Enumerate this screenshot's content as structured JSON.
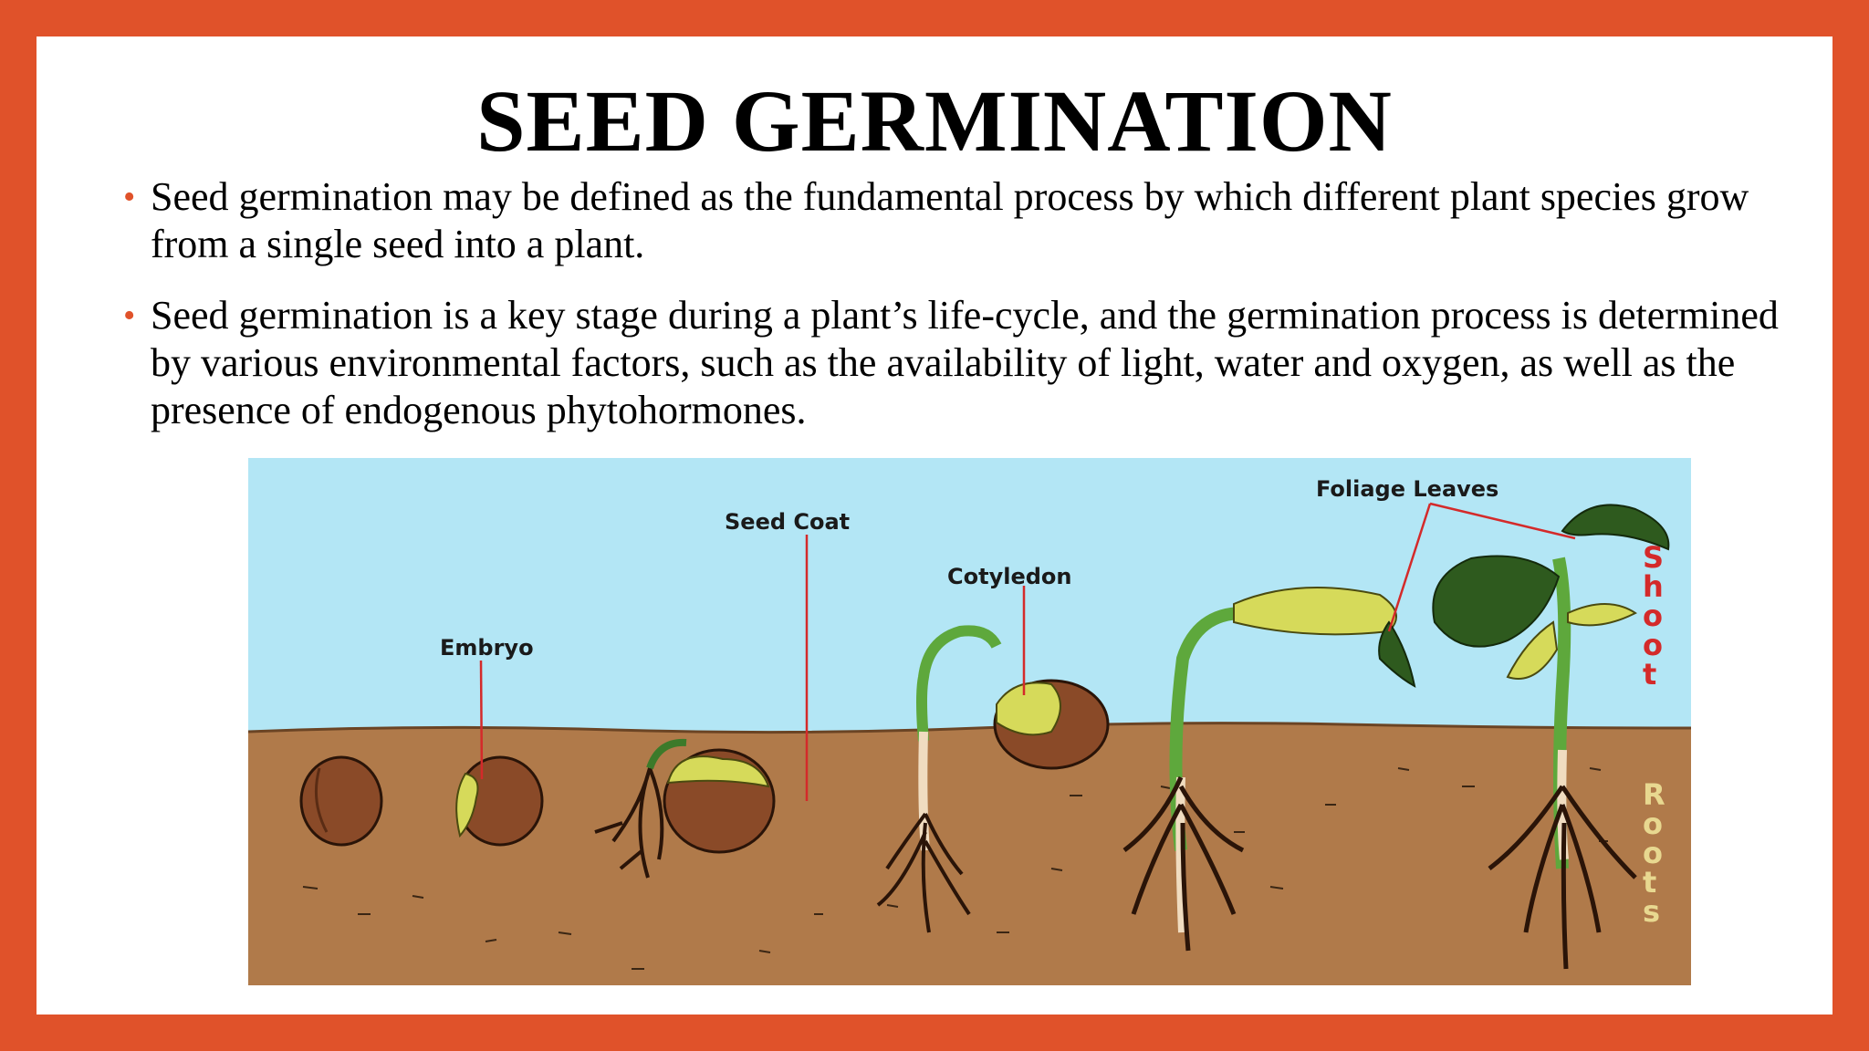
{
  "slide": {
    "title": "SEED GERMINATION",
    "bullets": [
      "Seed germination may be defined as the fundamental process by which different plant species grow from a single seed into a plant.",
      " Seed germination is a key stage during a plant’s life-cycle, and the germination process is determined by various environmental factors, such as the availability of light, water and oxygen, as well as the presence of endogenous phytohormones."
    ],
    "colors": {
      "border": "#e0522a",
      "bullet": "#e0522a",
      "background": "#ffffff"
    }
  },
  "diagram": {
    "labels": {
      "embryo": "Embryo",
      "seed_coat": "Seed Coat",
      "cotyledon": "Cotyledon",
      "foliage_leaves": "Foliage Leaves"
    },
    "side_labels": {
      "shoot": "Shoot",
      "roots": "Roots"
    },
    "colors": {
      "sky": "#b3e6f5",
      "soil": "#b07a4a",
      "seed": "#8a4a28",
      "leaf": "#2e5a1e",
      "cotyledon": "#d6da5a",
      "pointer": "#d42a2a"
    }
  }
}
